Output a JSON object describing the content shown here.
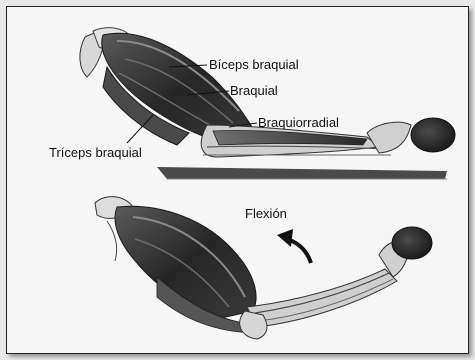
{
  "labels": {
    "biceps": "Bíceps braquial",
    "braquial": "Braquial",
    "braquiorradial": "Braquiorradial",
    "triceps": "Tríceps braquial",
    "flexion": "Flexión"
  }
}
